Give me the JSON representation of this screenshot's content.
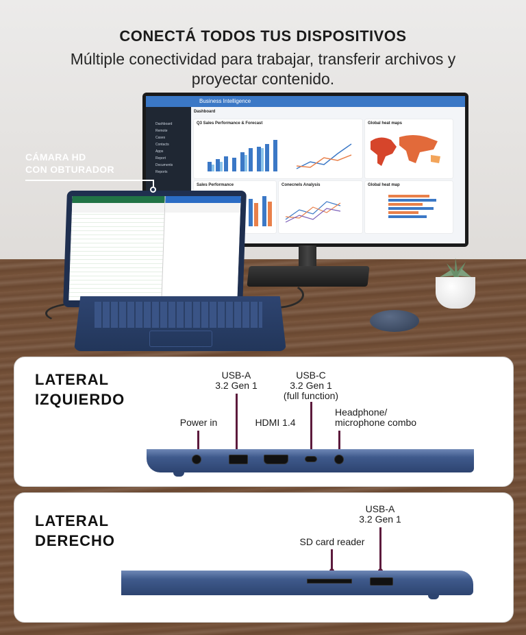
{
  "header": {
    "title": "CONECTÁ TODOS TUS DISPOSITIVOS",
    "subtitle": "Múltiple conectividad para trabajar, transferir archivos y proyectar contenido."
  },
  "camera_callout": {
    "line1": "CÁMARA HD",
    "line2": "CON OBTURADOR"
  },
  "monitor_screen": {
    "app_title": "Business Intelligence",
    "dashboard_label": "Dashboard",
    "sidebar_items": [
      "Dashboard",
      "Remote",
      "Cases",
      "Contacts",
      "Apps",
      "Report",
      "Documents",
      "Reports"
    ],
    "cards": {
      "q3": "Q3 Sales Performance & Forecast",
      "heat1": "Global heat maps",
      "sales": "Sales Performance",
      "analysis": "Conecnels Analysis",
      "heat2": "Global heat map"
    }
  },
  "left_side": {
    "title_line1": "LATERAL",
    "title_line2": "IZQUIERDO",
    "labels": {
      "power": "Power in",
      "usba_1": "USB-A",
      "usba_2": "3.2 Gen 1",
      "hdmi": "HDMI 1.4",
      "usbc_1": "USB-C",
      "usbc_2": "3.2 Gen 1",
      "usbc_3": "(full function)",
      "audio_1": "Headphone/",
      "audio_2": "microphone combo"
    }
  },
  "right_side": {
    "title_line1": "LATERAL",
    "title_line2": "DERECHO",
    "labels": {
      "sd": "SD card reader",
      "usba_1": "USB-A",
      "usba_2": "3.2 Gen 1"
    }
  },
  "colors": {
    "accent": "#5c1a3c",
    "laptop_blue": "#2d4470",
    "dashboard_blue": "#3b78c6"
  }
}
